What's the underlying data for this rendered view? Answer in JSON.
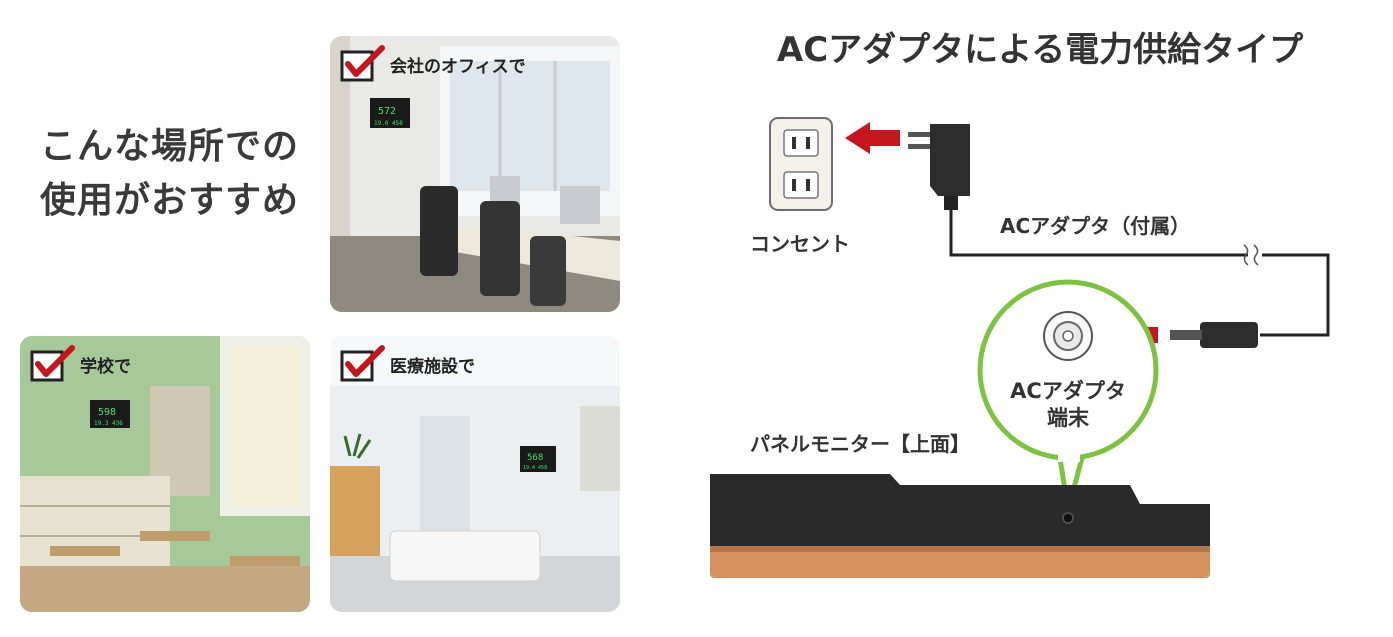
{
  "left_heading": {
    "line1": "こんな場所での",
    "line2": "使用がおすすめ"
  },
  "photos": {
    "office": {
      "label": "会社のオフィスで",
      "display_top": "572",
      "display_bottom": "19.0 458"
    },
    "school": {
      "label": "学校で",
      "display_top": "598",
      "display_bottom": "19.3 436"
    },
    "medical": {
      "label": "医療施設で",
      "display_top": "568",
      "display_bottom": "19.4 458"
    }
  },
  "diagram": {
    "title": "ACアダプタによる電力供給タイプ",
    "outlet_label": "コンセント",
    "adapter_label": "ACアダプタ（付属）",
    "terminal_label_line1": "ACアダプタ",
    "terminal_label_line2": "端末",
    "panel_label": "パネルモニター【上面】"
  },
  "colors": {
    "accent_red": "#c4161c",
    "callout_green": "#7ec242",
    "panel_copper": "#d4915e"
  }
}
